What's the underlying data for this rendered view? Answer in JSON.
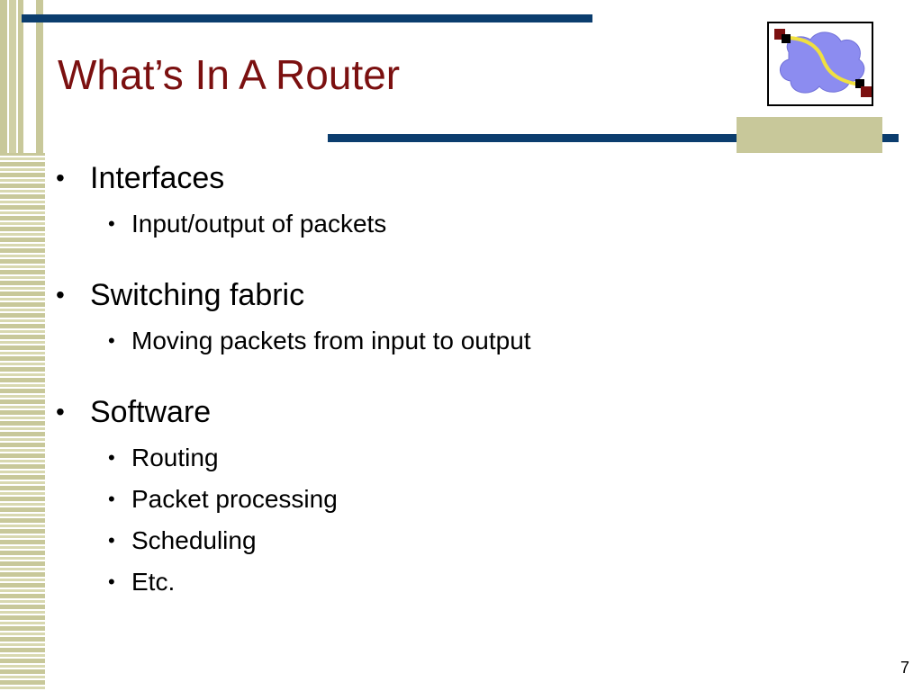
{
  "slide": {
    "title": "What’s In A Router",
    "page_number": "7",
    "bullets": [
      {
        "text": "Interfaces",
        "sub": [
          "Input/output of packets"
        ]
      },
      {
        "text": "Switching fabric",
        "sub": [
          "Moving packets from input to output"
        ]
      },
      {
        "text": "Software",
        "sub": [
          "Routing",
          "Packet processing",
          "Scheduling",
          "Etc."
        ]
      }
    ],
    "colors": {
      "title": "#7b1010",
      "accent_bar": "#0b3d6e",
      "olive": "#c8c89a",
      "cloud": "#8c8cf0",
      "path": "#f0e040",
      "node": "#7b1010"
    },
    "logo_icon": "network-cloud-icon"
  }
}
